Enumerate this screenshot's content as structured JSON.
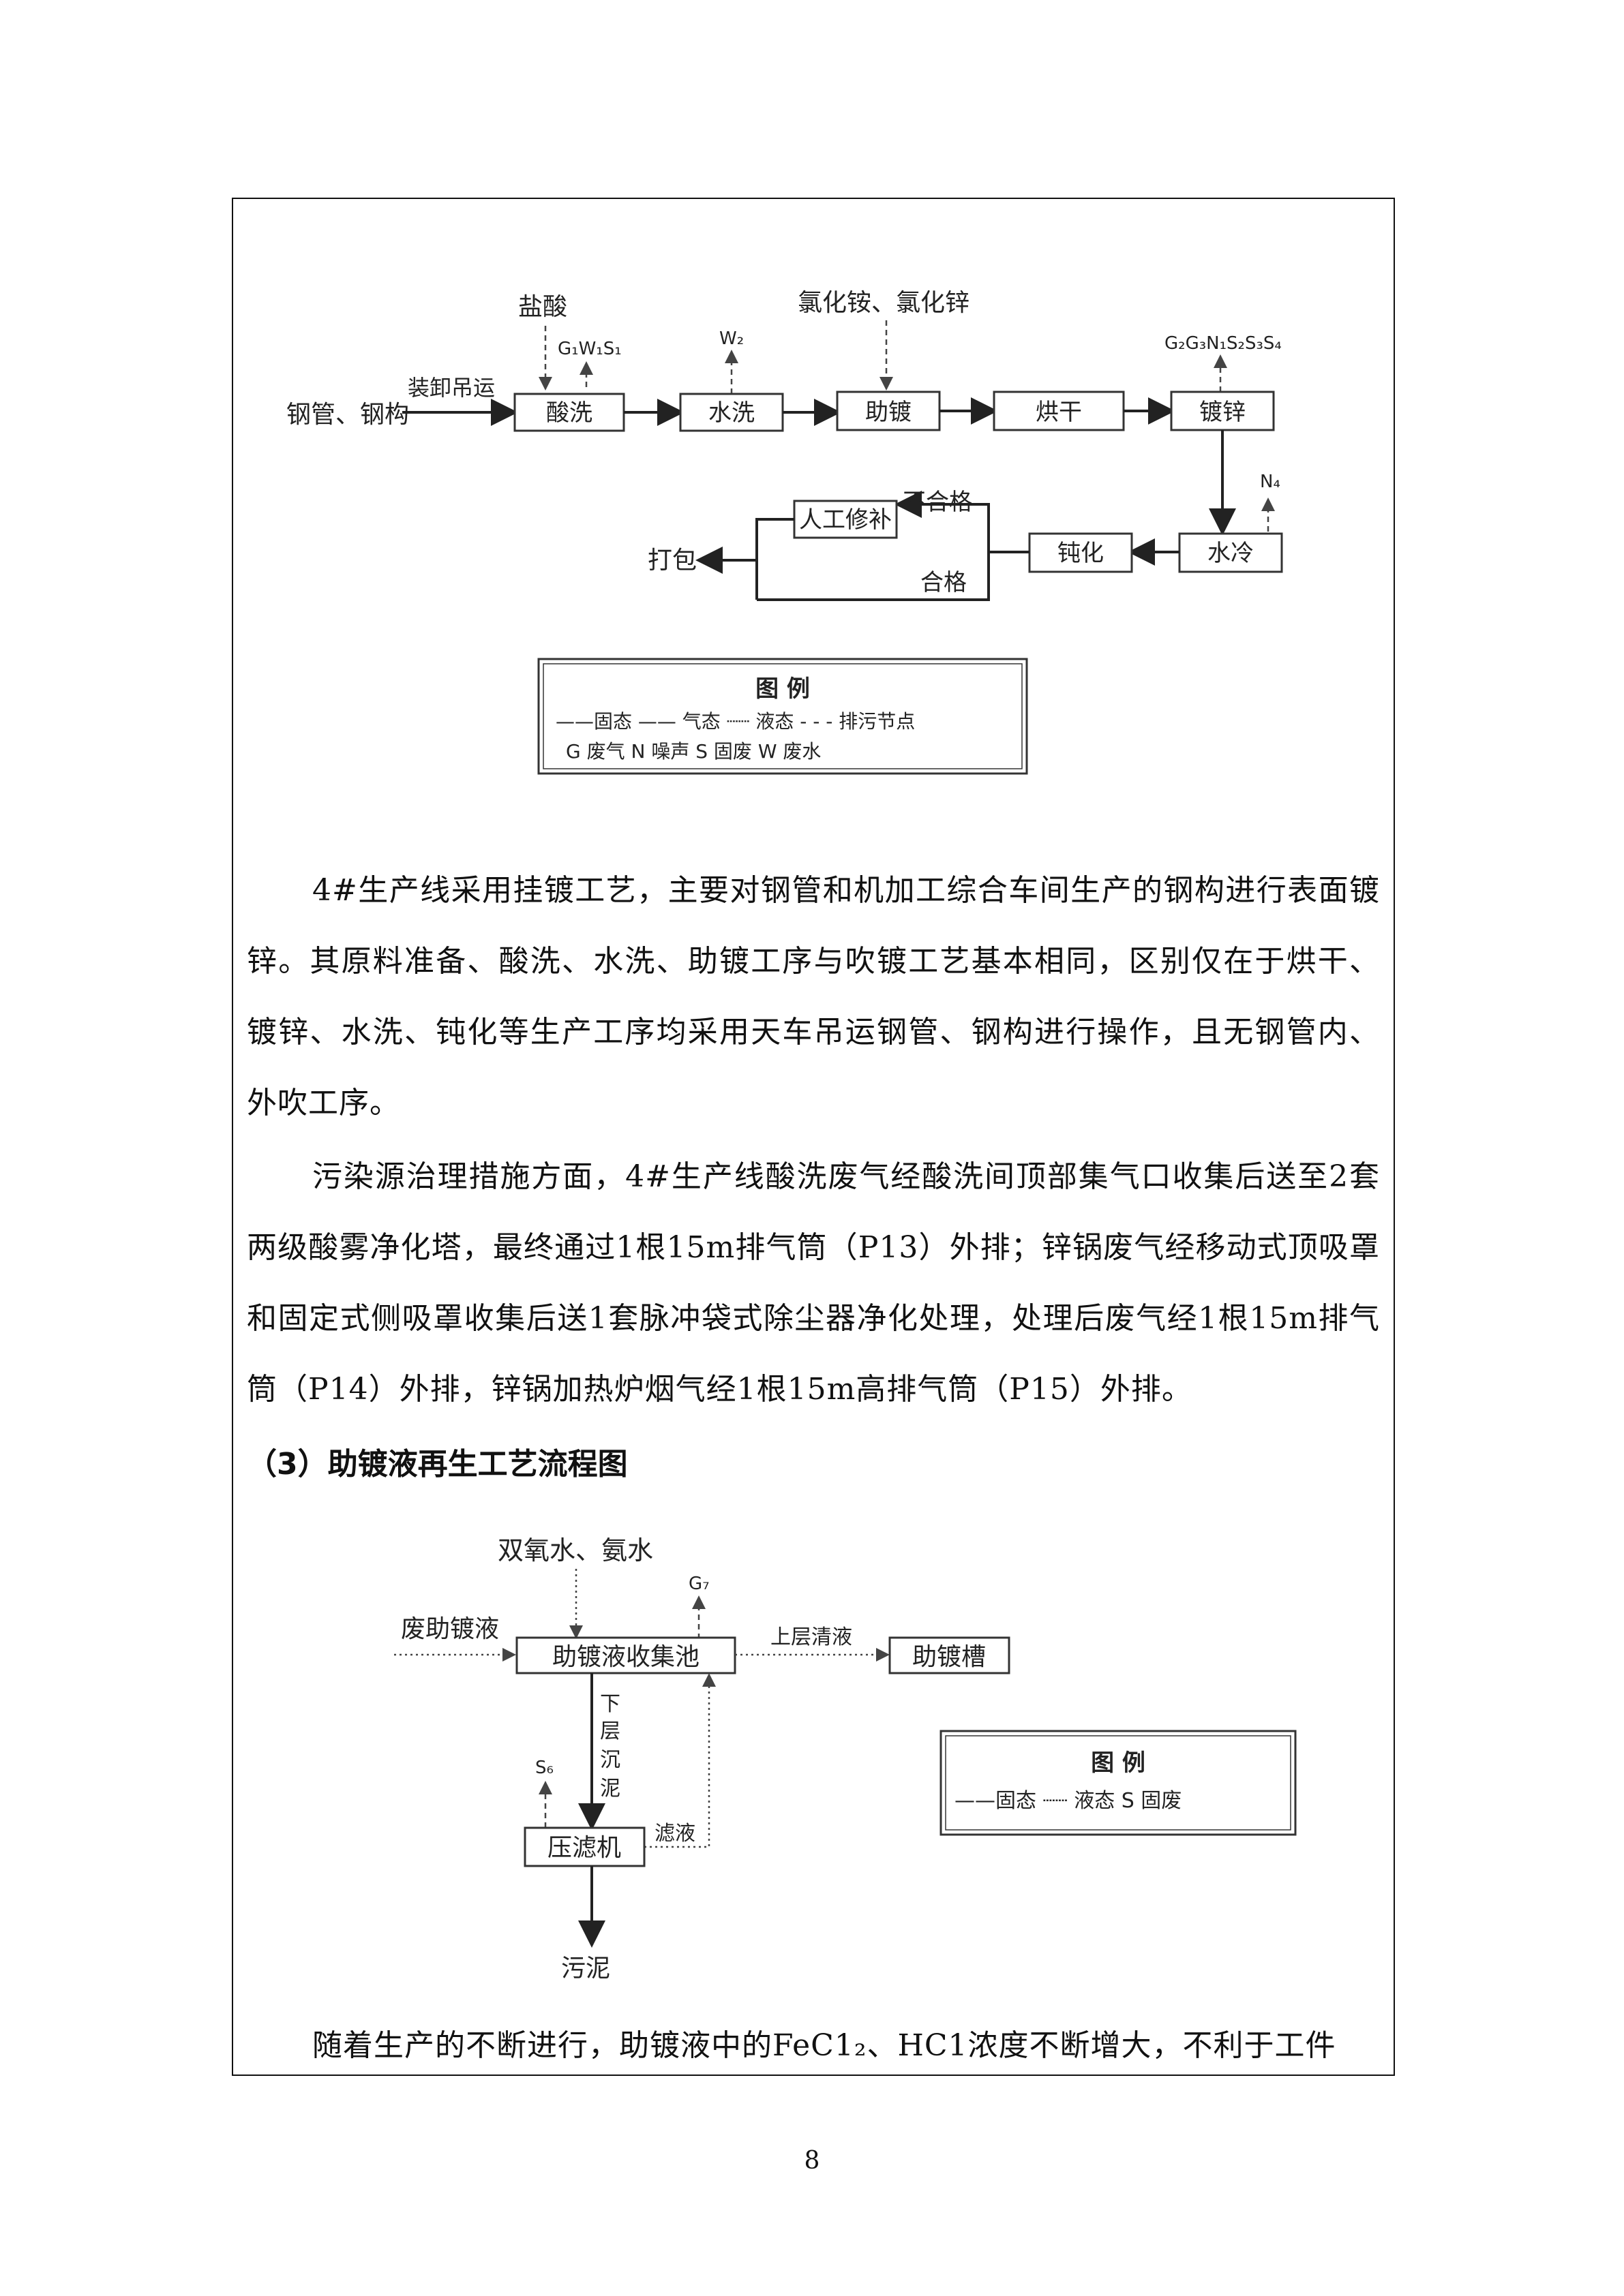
{
  "diagram1": {
    "input": "钢管、钢构",
    "transport": "装卸吊运",
    "acid": "盐酸",
    "flux_chem": "氯化铵、氯化锌",
    "emission_pickling": "G₁W₁S₁",
    "emission_washing": "W₂",
    "emission_galvanizing": "G₂G₃N₁S₂S₃S₄",
    "emission_cooling": "N₄",
    "steps": [
      "酸洗",
      "水洗",
      "助镀",
      "烘干",
      "镀锌",
      "水冷",
      "钝化"
    ],
    "repair": "人工修补",
    "fail": "不合格",
    "pass": "合格",
    "output": "打包",
    "legend": {
      "title": "图 例",
      "row1": "——固态 —— 气态 ┈┈ 液态 - - - 排污节点",
      "row2": "G 废气  N 噪声  S 固废  W 废水"
    }
  },
  "text": {
    "para1": "4#生产线采用挂镀工艺，主要对钢管和机加工综合车间生产的钢构进行表面镀锌。其原料准备、酸洗、水洗、助镀工序与吹镀工艺基本相同，区别仅在于烘干、镀锌、水洗、钝化等生产工序均采用天车吊运钢管、钢构进行操作，且无钢管内、外吹工序。",
    "para2": "污染源治理措施方面，4#生产线酸洗废气经酸洗间顶部集气口收集后送至2套两级酸雾净化塔，最终通过1根15m排气筒（P13）外排；锌锅废气经移动式顶吸罩和固定式侧吸罩收集后送1套脉冲袋式除尘器净化处理，处理后废气经1根15m排气筒（P14）外排，锌锅加热炉烟气经1根15m高排气筒（P15）外排。",
    "heading": "（3）助镀液再生工艺流程图",
    "para3": "随着生产的不断进行，助镀液中的FeC1₂、HC1浓度不断增大，不利于工件"
  },
  "diagram2": {
    "reagents": "双氧水、氨水",
    "input": "废助镀液",
    "tank": "助镀液收集池",
    "emission_g": "G₇",
    "upper": "上层清液",
    "plating_tank": "助镀槽",
    "sludge_label": [
      "下",
      "层",
      "沉",
      "泥"
    ],
    "emission_s": "S₆",
    "filtrate": "滤液",
    "press": "压滤机",
    "output": "污泥",
    "legend": {
      "title": "图 例",
      "row1": "——固态 ┈┈ 液态  S 固废"
    }
  },
  "page_number": "8"
}
